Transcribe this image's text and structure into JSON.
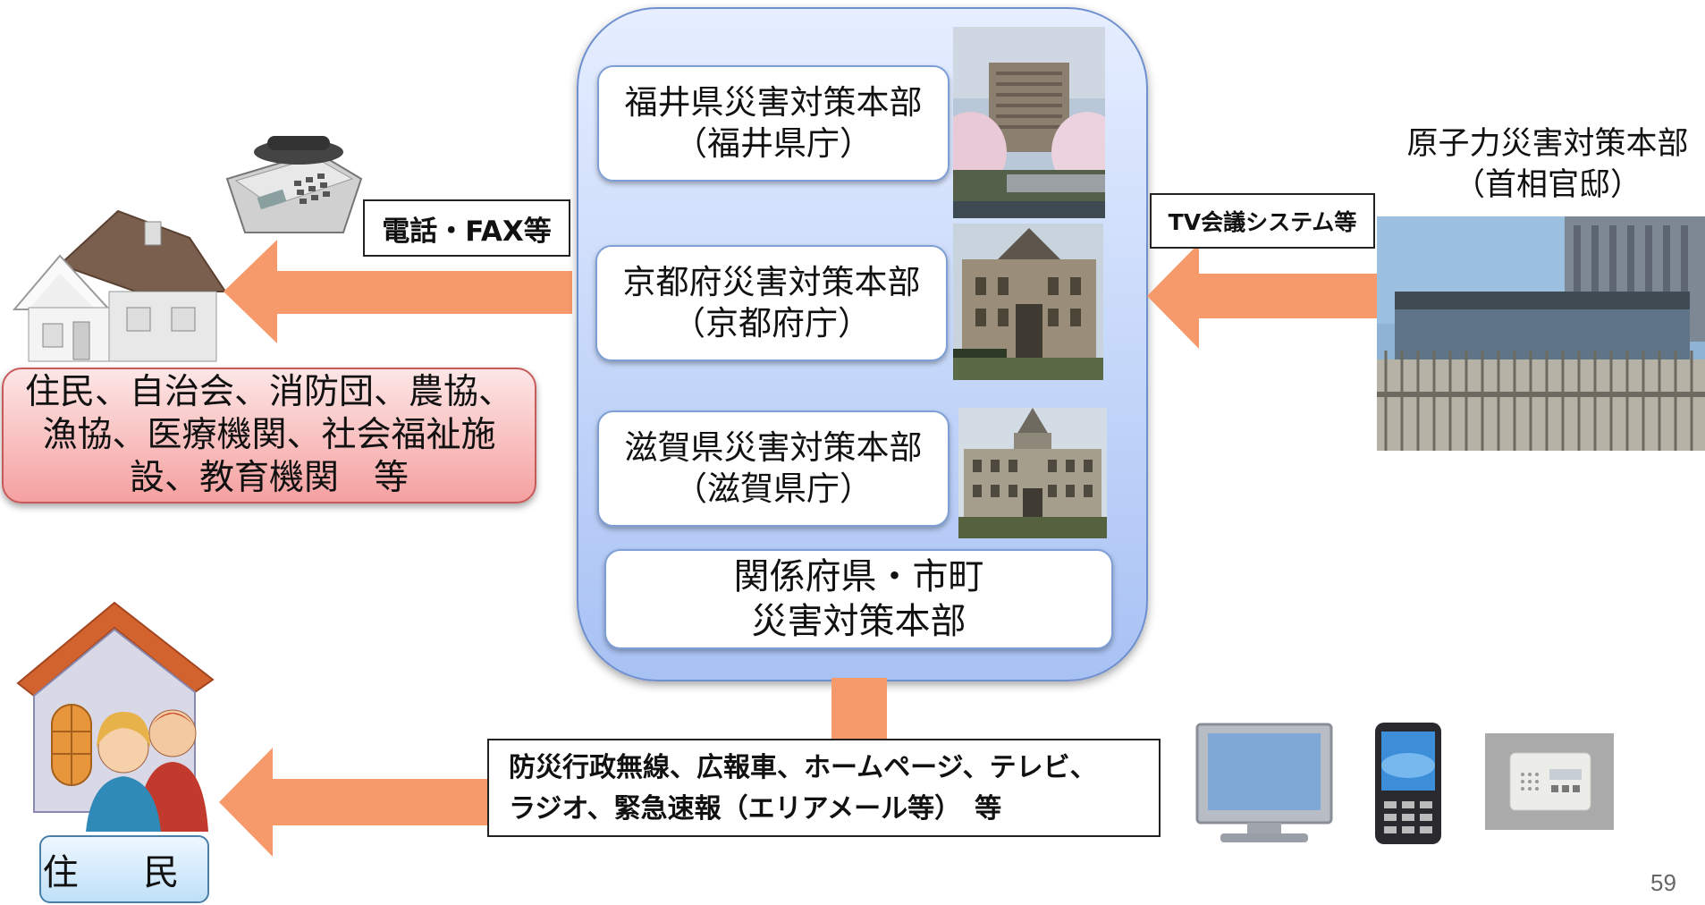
{
  "center": {
    "fukui": {
      "line1": "福井県災害対策本部",
      "line2": "（福井県庁）"
    },
    "kyoto": {
      "line1": "京都府災害対策本部",
      "line2": "（京都府庁）"
    },
    "shiga": {
      "line1": "滋賀県災害対策本部",
      "line2": "（滋賀県庁）"
    },
    "related": {
      "line1": "関係府県・市町",
      "line2": "災害対策本部"
    }
  },
  "pm_office": {
    "line1": "原子力災害対策本部",
    "line2": "（首相官邸）"
  },
  "labels": {
    "phone_fax": "電話・FAX等",
    "tv_conf": "TV会議システム等",
    "broadcast_line1": "防災行政無線、広報車、ホームページ、テレビ、",
    "broadcast_line2": "ラジオ、緊急速報（エリアメール等）　等"
  },
  "recipients": {
    "line1": "住民、自治会、消防団、農協、",
    "line2": "漁協、医療機関、社会福祉施",
    "line3": "設、教育機関　等"
  },
  "residents": "住 民",
  "page_number": "59",
  "colors": {
    "arrow": "#f79a6b",
    "panel_top": "#e6eeff",
    "panel_bottom": "#a8c2f4",
    "pink_bottom": "#f5a0a0"
  }
}
